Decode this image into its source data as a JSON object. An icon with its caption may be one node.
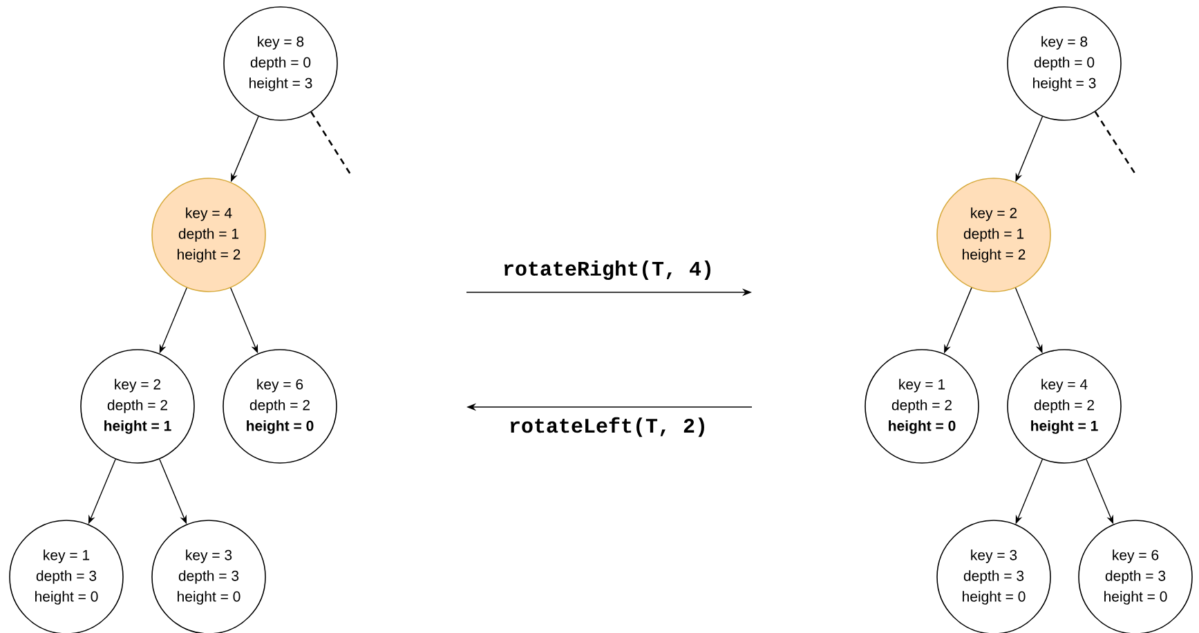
{
  "diagram": {
    "nodes": [
      {
        "text": [
          "key = 8",
          "depth = 0",
          "height = 3"
        ]
      },
      {
        "text": [
          "key = 4",
          "depth = 1",
          "height = 2"
        ]
      },
      {
        "text": [
          "key = 2",
          "depth = 2",
          "**height = 1**"
        ]
      },
      {
        "text": [
          "key = 6",
          "depth = 2",
          "**height = 0**"
        ]
      },
      {
        "text": [
          "key = 1",
          "depth = 3",
          "height = 0"
        ]
      },
      {
        "text": [
          "key = 3",
          "depth = 3",
          "height = 0"
        ]
      },
      {
        "text": [
          "key = 8",
          "depth = 0",
          "height = 3"
        ]
      },
      {
        "text": [
          "key = 2",
          "depth = 1",
          "height = 2"
        ]
      },
      {
        "text": [
          "key = 1",
          "depth = 2",
          "**height = 0**"
        ]
      },
      {
        "text": [
          "key = 4",
          "depth = 2",
          "**height = 1**"
        ]
      },
      {
        "text": [
          "key = 3",
          "depth = 3",
          "height = 0"
        ]
      },
      {
        "text": [
          "key = 6",
          "depth = 3",
          "height = 0"
        ]
      }
    ],
    "edges": [
      {
        "from": 0,
        "to": 1,
        "arrow": "to"
      },
      {
        "from": 0,
        "to": null,
        "arrow": "none",
        "style": "dashed"
      },
      {
        "from": 1,
        "to": 2,
        "arrow": "to"
      },
      {
        "from": 1,
        "to": 3,
        "arrow": "to"
      },
      {
        "from": 2,
        "to": 4,
        "arrow": "to"
      },
      {
        "from": 2,
        "to": 5,
        "arrow": "to"
      },
      {
        "from": 6,
        "to": 7,
        "arrow": "to"
      },
      {
        "from": 6,
        "to": null,
        "arrow": "none",
        "style": "dashed"
      },
      {
        "from": 7,
        "to": 8,
        "arrow": "to"
      },
      {
        "from": 7,
        "to": 9,
        "arrow": "to"
      },
      {
        "from": 9,
        "to": 10,
        "arrow": "to"
      },
      {
        "from": 9,
        "to": 11,
        "arrow": "to"
      }
    ],
    "labels": [
      "rotateRight(T, 4)",
      "rotateLeft(T, 2)"
    ]
  }
}
